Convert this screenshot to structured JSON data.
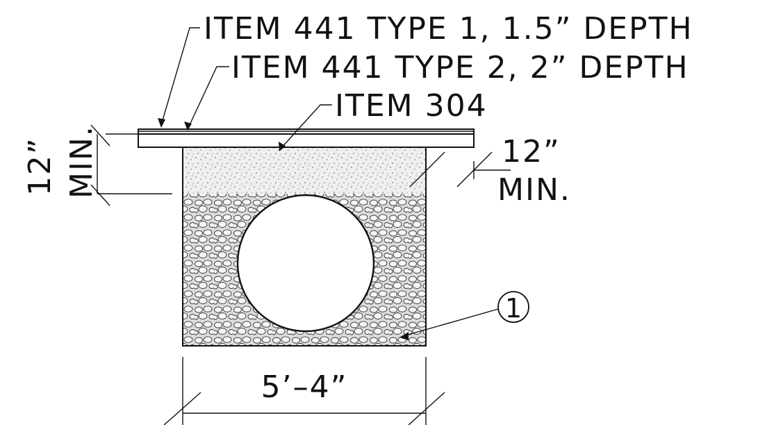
{
  "diagram": {
    "labels": {
      "surface_course": "ITEM 441 TYPE 1, 1.5” DEPTH",
      "intermediate_course": "ITEM 441 TYPE 2, 2” DEPTH",
      "base": "ITEM 304"
    },
    "dimensions": {
      "depth_value": "12”",
      "depth_note": "MIN.",
      "side_value": "12”",
      "side_note": "MIN.",
      "width": "5’–4”"
    },
    "callout": "1",
    "colors": {
      "line": "#111111",
      "base_fill": "#ededed",
      "bedding_fill": "#dcdcdc",
      "pipe_fill": "#ffffff"
    }
  }
}
